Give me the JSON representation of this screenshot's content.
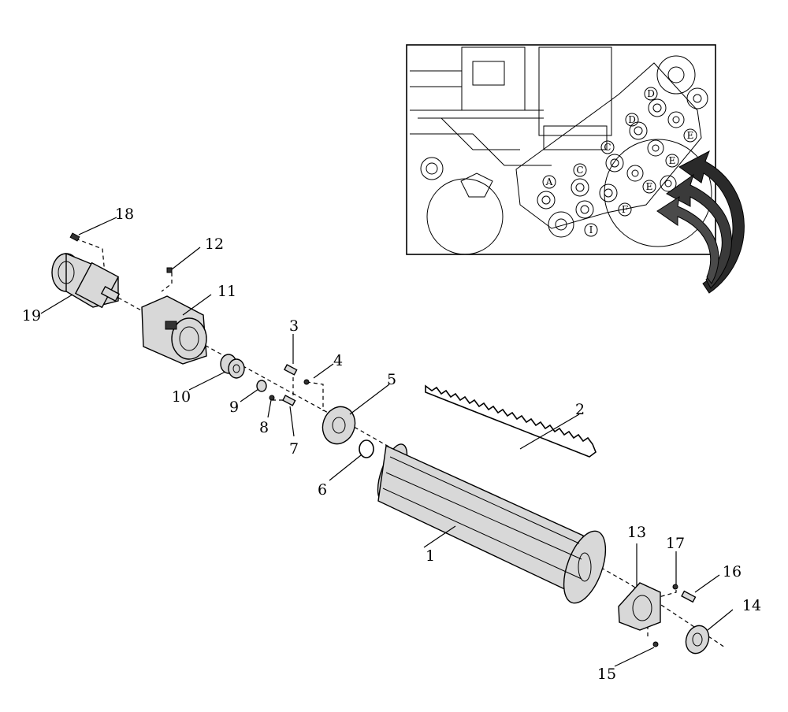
{
  "callouts": [
    "1",
    "2",
    "3",
    "4",
    "5",
    "6",
    "7",
    "8",
    "9",
    "10",
    "11",
    "12",
    "13",
    "14",
    "15",
    "16",
    "17",
    "18",
    "19"
  ],
  "inset_labels": [
    "A",
    "C",
    "C",
    "D",
    "D",
    "E",
    "E",
    "E",
    "F",
    "I"
  ]
}
